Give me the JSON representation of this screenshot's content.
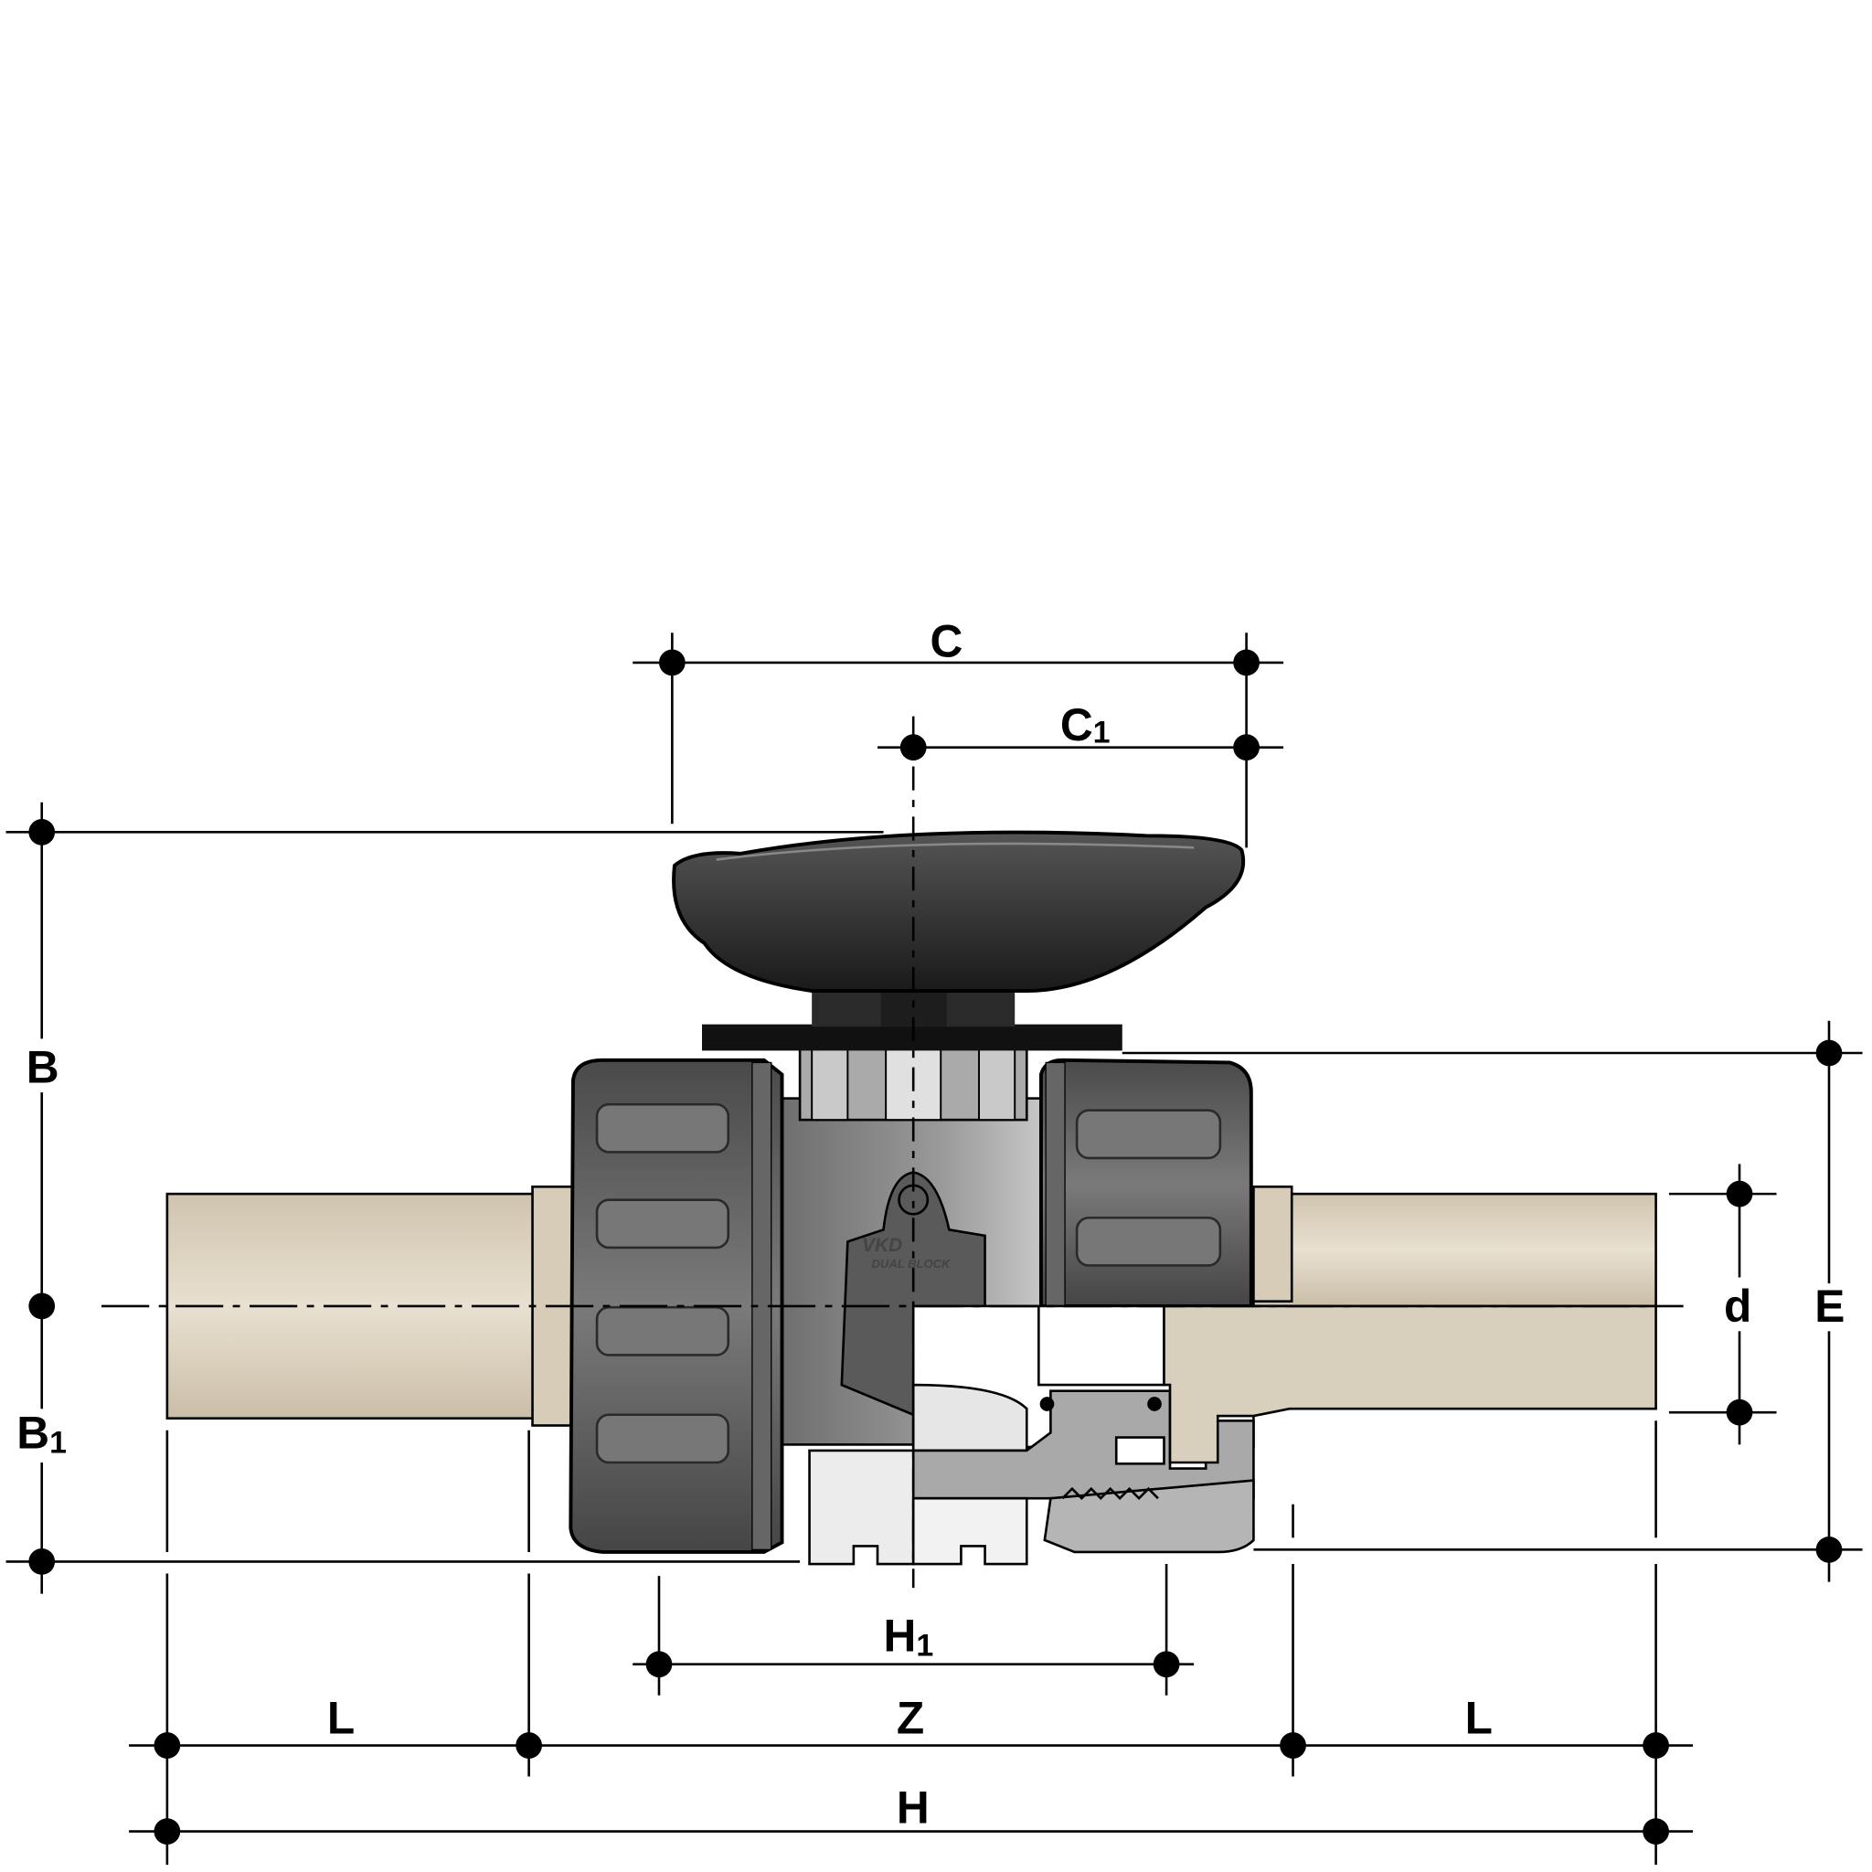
{
  "title": "Ball valve dimension drawing",
  "dimensions": {
    "C": "C",
    "C1": {
      "main": "C",
      "sub": "1"
    },
    "B": "B",
    "B1": {
      "main": "B",
      "sub": "1"
    },
    "d": "d",
    "E": "E",
    "H1": {
      "main": "H",
      "sub": "1"
    },
    "Z": "Z",
    "L_left": "L",
    "L_right": "L",
    "H": "H"
  },
  "logo": {
    "brand": "VKD",
    "model": "DUAL BLOCK"
  },
  "colors": {
    "pipe": "#d8cfbd",
    "nut": "#5e5e5e",
    "body": "#8a8a8a",
    "handle": "#262626",
    "section": "#a9a9a9"
  }
}
